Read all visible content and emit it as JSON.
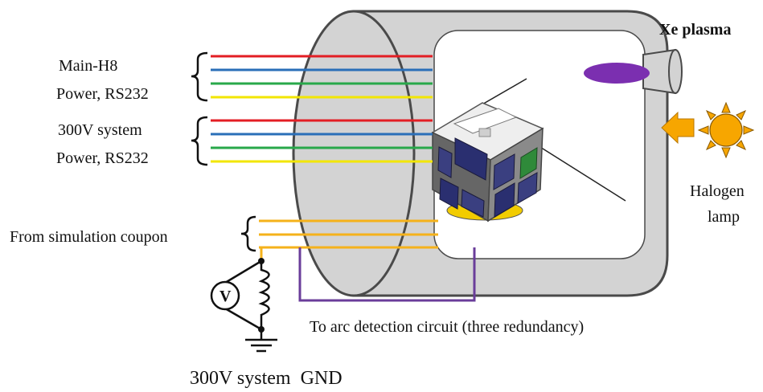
{
  "labels": {
    "xe_plasma": "Xe plasma",
    "main_h8_line1": "Main-H8",
    "main_h8_line2": "Power, RS232",
    "sys300_line1": "300V system",
    "sys300_line2": "Power, RS232",
    "coupon": "From simulation coupon",
    "halogen_line1": "Halogen",
    "halogen_line2": "lamp",
    "arc_detection": "To arc detection circuit (three redundancy)",
    "gnd": "300V system  GND",
    "voltmeter": "V"
  },
  "colors": {
    "chamber_fill": "#d3d3d3",
    "chamber_stroke": "#4a4a4a",
    "wire_red": "#e31e24",
    "wire_blue": "#2a6fb8",
    "wire_green": "#28a84a",
    "wire_yellow": "#f2e600",
    "coupon_wire": "#f5b21a",
    "arc_wire": "#6a3d9a",
    "plasma": "#7b2fb0",
    "sun": "#f7a600",
    "arrow": "#f7a600"
  },
  "icons": {
    "lamp": "sun-icon",
    "arrow": "arrow-left-icon",
    "meter": "voltmeter-icon",
    "ground": "ground-icon",
    "coil": "inductor-icon",
    "satellite": "cubesat-icon"
  }
}
